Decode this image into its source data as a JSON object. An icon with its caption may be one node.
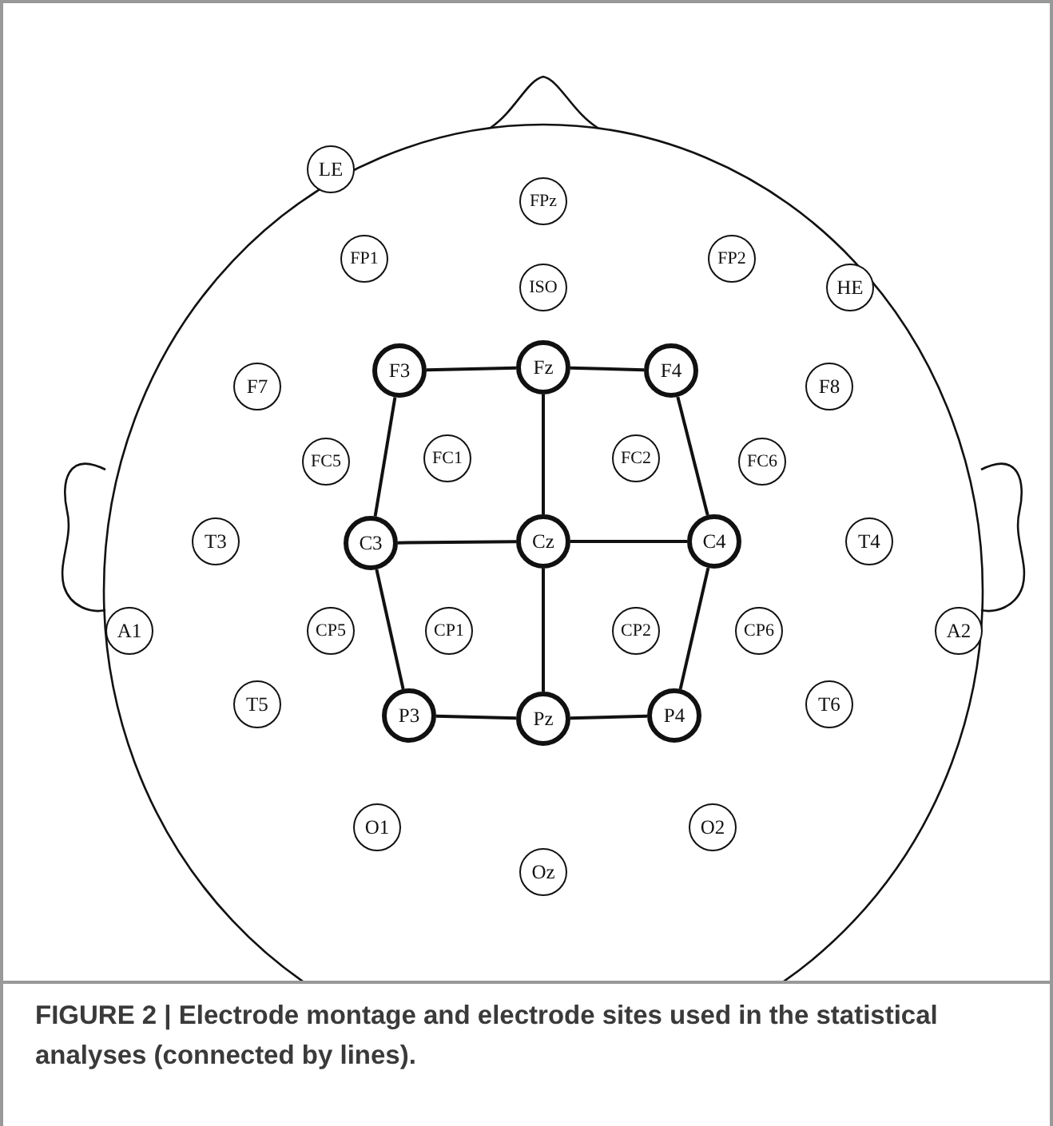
{
  "diagram": {
    "caption": "FIGURE 2 | Electrode montage and electrode sites used in the statistical analyses (connected by lines).",
    "nodes": [
      {
        "text": [
          "LE"
        ]
      },
      {
        "text": [
          "FPz"
        ]
      },
      {
        "text": [
          "FP1"
        ]
      },
      {
        "text": [
          "ISO"
        ]
      },
      {
        "text": [
          "FP2"
        ]
      },
      {
        "text": [
          "HE"
        ]
      },
      {
        "text": [
          "F7"
        ]
      },
      {
        "text": [
          "F3"
        ]
      },
      {
        "text": [
          "Fz"
        ]
      },
      {
        "text": [
          "F4"
        ]
      },
      {
        "text": [
          "F8"
        ]
      },
      {
        "text": [
          "FC5"
        ]
      },
      {
        "text": [
          "FC1"
        ]
      },
      {
        "text": [
          "FC2"
        ]
      },
      {
        "text": [
          "FC6"
        ]
      },
      {
        "text": [
          "T3"
        ]
      },
      {
        "text": [
          "C3"
        ]
      },
      {
        "text": [
          "Cz"
        ]
      },
      {
        "text": [
          "C4"
        ]
      },
      {
        "text": [
          "T4"
        ]
      },
      {
        "text": [
          "A1"
        ]
      },
      {
        "text": [
          "CP5"
        ]
      },
      {
        "text": [
          "CP1"
        ]
      },
      {
        "text": [
          "CP2"
        ]
      },
      {
        "text": [
          "CP6"
        ]
      },
      {
        "text": [
          "A2"
        ]
      },
      {
        "text": [
          "T5"
        ]
      },
      {
        "text": [
          "P3"
        ]
      },
      {
        "text": [
          "Pz"
        ]
      },
      {
        "text": [
          "P4"
        ]
      },
      {
        "text": [
          "T6"
        ]
      },
      {
        "text": [
          "O1"
        ]
      },
      {
        "text": [
          "O2"
        ]
      },
      {
        "text": [
          "Oz"
        ]
      }
    ],
    "edges": [
      {
        "from": 7,
        "to": 8,
        "arrow": "none"
      },
      {
        "from": 8,
        "to": 9,
        "arrow": "none"
      },
      {
        "from": 7,
        "to": 16,
        "arrow": "none"
      },
      {
        "from": 8,
        "to": 17,
        "arrow": "none"
      },
      {
        "from": 9,
        "to": 18,
        "arrow": "none"
      },
      {
        "from": 16,
        "to": 17,
        "arrow": "none"
      },
      {
        "from": 17,
        "to": 18,
        "arrow": "none"
      },
      {
        "from": 16,
        "to": 27,
        "arrow": "none"
      },
      {
        "from": 17,
        "to": 28,
        "arrow": "none"
      },
      {
        "from": 18,
        "to": 29,
        "arrow": "none"
      },
      {
        "from": 27,
        "to": 28,
        "arrow": "none"
      },
      {
        "from": 28,
        "to": 29,
        "arrow": "none"
      }
    ]
  }
}
